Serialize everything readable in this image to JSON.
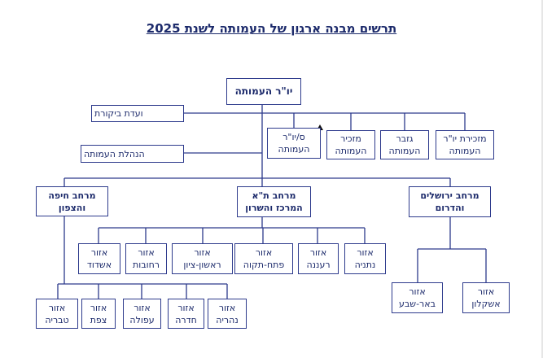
{
  "title": "תרשים מבנה ארגון של העמותה לשנת 2025",
  "chair": [
    "יו\"ר העמותה"
  ],
  "audit": [
    "ועדת ביקורת"
  ],
  "management": [
    "הנהלת העמותה"
  ],
  "staff": [
    [
      "מזכירת יו\"ר",
      "העמותה"
    ],
    [
      "גזבר",
      "העמותה"
    ],
    [
      "מזכיר",
      "העמותה"
    ],
    [
      "ס/יו\"ר",
      "העמותה"
    ]
  ],
  "regions": [
    [
      "מרחב ירושלים",
      "והדרום"
    ],
    [
      "מרחב ת\"א",
      "המרכז והשרון"
    ],
    [
      "מרחב חיפה",
      "והצפון"
    ]
  ],
  "center_areas": [
    [
      "אזור",
      "נתניה"
    ],
    [
      "אזור",
      "רעננה"
    ],
    [
      "אזור",
      "פתח-תקוה"
    ],
    [
      "אזור",
      "ראשון-ציון"
    ],
    [
      "אזור",
      "רחובות"
    ],
    [
      "אזור",
      "אשדוד"
    ]
  ],
  "south_areas": [
    [
      "אזור",
      "אשקלון"
    ],
    [
      "אזור",
      "באר-שבע"
    ]
  ],
  "north_areas": [
    [
      "אזור",
      "נהריה"
    ],
    [
      "אזור",
      "חדרה"
    ],
    [
      "אזור",
      "עפולה"
    ],
    [
      "אזור",
      "צפת"
    ],
    [
      "אזור",
      "טבריה"
    ]
  ]
}
